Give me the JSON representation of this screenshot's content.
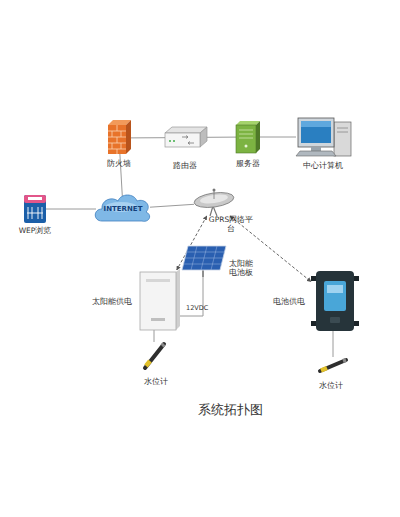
{
  "diagram": {
    "caption": "系统拓扑图",
    "nodes": [
      {
        "text": [
          "防火墙"
        ]
      },
      {
        "text": [
          "路由器"
        ]
      },
      {
        "text": [
          "服务器"
        ]
      },
      {
        "text": [
          "中心计算机"
        ]
      },
      {
        "text": [
          "WEP浏览"
        ]
      },
      {
        "text": [
          "INTERNET"
        ]
      },
      {
        "text": [
          "GPRS网络平台"
        ]
      },
      {
        "text": [
          "太阳能电池板"
        ]
      },
      {
        "text": [
          "太阳能供电"
        ]
      },
      {
        "text": [
          "电池供电"
        ]
      },
      {
        "text": [
          "水位计"
        ]
      },
      {
        "text": [
          "水位计"
        ]
      }
    ],
    "edges": [
      {
        "from": 0,
        "to": 1,
        "arrow": "none"
      },
      {
        "from": 1,
        "to": 2,
        "arrow": "none"
      },
      {
        "from": 2,
        "to": 3,
        "arrow": "none"
      },
      {
        "from": 0,
        "to": 5,
        "arrow": "none"
      },
      {
        "from": 4,
        "to": 5,
        "arrow": "none"
      },
      {
        "from": 5,
        "to": 6,
        "arrow": "none"
      },
      {
        "from": 6,
        "to": 8,
        "arrow": "both"
      },
      {
        "from": 6,
        "to": 9,
        "arrow": "both"
      },
      {
        "from": 7,
        "to": 8,
        "arrow": "none",
        "label": "12VDC"
      },
      {
        "from": 8,
        "to": 10,
        "arrow": "none"
      },
      {
        "from": 9,
        "to": 11,
        "arrow": "none"
      }
    ]
  }
}
